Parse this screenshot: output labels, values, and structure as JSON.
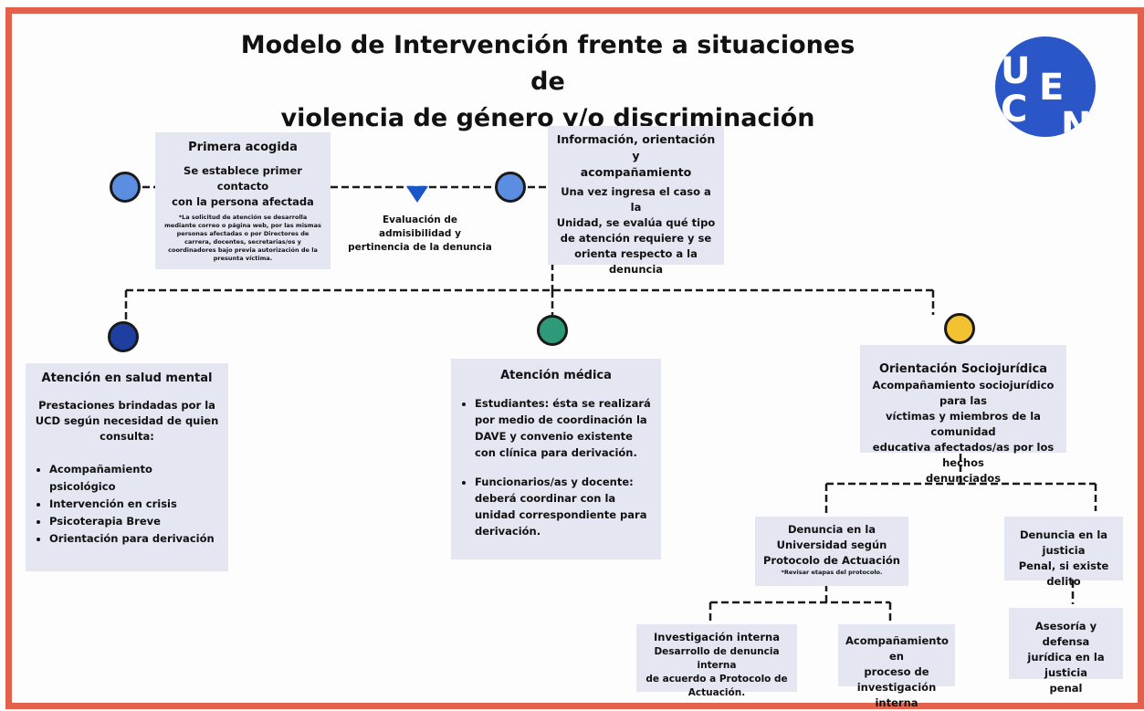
{
  "title": {
    "line1": "Modelo de Intervención frente a situaciones de",
    "line2": "violencia de género y/o discriminación"
  },
  "logo": {
    "letters": [
      "U",
      "C",
      "E",
      "N"
    ],
    "color": "#2b56c8"
  },
  "colors": {
    "frame": "#e3604a",
    "box": "#e4e6f2",
    "node_blue_light": "#5b8ee0",
    "node_navy": "#1f3fa0",
    "node_green": "#2e9a79",
    "node_yellow": "#f2c230",
    "arrow": "#1b56c8"
  },
  "primera_acogida": {
    "title": "Primera acogida",
    "text1": "Se establece primer contacto",
    "text2": "con la persona afectada",
    "note": "*La solicitud de atención se desarrolla mediante correo o página web, por las mismas personas afectadas o por Directores de carrera, docentes, secretarias/os y coordinadores bajo previa autorización de la presunta víctima."
  },
  "evaluacion": {
    "line1": "Evaluación de admisibilidad y",
    "line2": "pertinencia de la denuncia"
  },
  "informacion": {
    "title1": "Información, orientación y",
    "title2": "acompañamiento",
    "l1": "Una vez ingresa el caso a la",
    "l2": "Unidad, se evalúa qué tipo",
    "l3": "de atención requiere y se",
    "l4": "orienta respecto a la",
    "l5": "denuncia"
  },
  "salud_mental": {
    "title": "Atención en salud mental",
    "l1": "Prestaciones brindadas por la",
    "l2": "UCD según necesidad de quien",
    "l3": "consulta:",
    "items": [
      "Acompañamiento psicológico",
      "Intervención en crisis",
      "Psicoterapia Breve",
      "Orientación para derivación"
    ]
  },
  "medica": {
    "title": "Atención médica",
    "item1": "Estudiantes: ésta se realizará por medio de coordinación la DAVE y convenio existente con clínica para derivación.",
    "item2": "Funcionarios/as y docente: deberá coordinar con la unidad correspondiente para derivación."
  },
  "sociojuridica": {
    "title": "Orientación Sociojurídica",
    "l1": "Acompañamiento sociojurídico para las",
    "l2": "víctimas y miembros de la comunidad",
    "l3": "educativa afectados/as por los hechos",
    "l4": "denunciados"
  },
  "denuncia_univ": {
    "l1": "Denuncia en la",
    "l2": "Universidad según",
    "l3": "Protocolo de Actuación",
    "note": "*Revisar etapas del protocolo."
  },
  "denuncia_penal": {
    "l1": "Denuncia en la justicia",
    "l2": "Penal, si existe delito"
  },
  "investigacion": {
    "title": "Investigación interna",
    "l1": "Desarrollo de denuncia interna",
    "l2": "de acuerdo a Protocolo de",
    "l3": "Actuación."
  },
  "acompanamiento": {
    "l1": "Acompañamiento en",
    "l2": "proceso de",
    "l3": "investigación interna"
  },
  "asesoria": {
    "l1": "Asesoría y defensa",
    "l2": "jurídica en la justicia",
    "l3": "penal"
  }
}
